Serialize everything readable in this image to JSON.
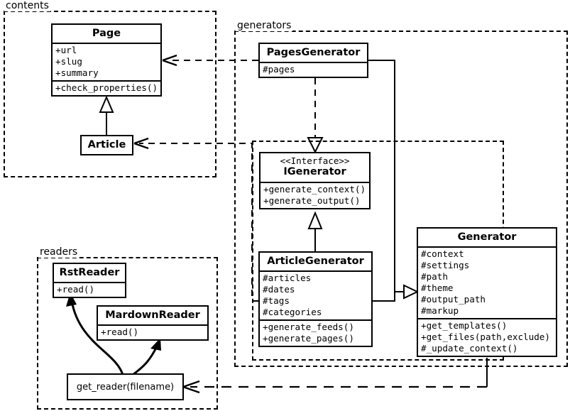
{
  "diagram": {
    "type": "uml-class-diagram",
    "packages": [
      {
        "id": "contents",
        "label": "contents"
      },
      {
        "id": "generators",
        "label": "generators"
      },
      {
        "id": "generators_inner",
        "label": ""
      },
      {
        "id": "readers",
        "label": "readers"
      }
    ],
    "classes": [
      {
        "id": "page",
        "name": "Page",
        "stereotype": "",
        "attributes": [
          "+url",
          "+slug",
          "+summary"
        ],
        "methods": [
          "+check_properties()"
        ]
      },
      {
        "id": "article",
        "name": "Article",
        "stereotype": "",
        "attributes": [],
        "methods": []
      },
      {
        "id": "pagesgenerator",
        "name": "PagesGenerator",
        "stereotype": "",
        "attributes": [
          "#pages"
        ],
        "methods": []
      },
      {
        "id": "igenerator",
        "name": "IGenerator",
        "stereotype": "<<Interface>>",
        "attributes": [],
        "methods": [
          "+generate_context()",
          "+generate_output()"
        ]
      },
      {
        "id": "articlegenerator",
        "name": "ArticleGenerator",
        "stereotype": "",
        "attributes": [
          "#articles",
          "#dates",
          "#tags",
          "#categories"
        ],
        "methods": [
          "+generate_feeds()",
          "+generate_pages()"
        ]
      },
      {
        "id": "generator",
        "name": "Generator",
        "stereotype": "",
        "attributes": [
          "#context",
          "#settings",
          "#path",
          "#theme",
          "#output_path",
          "#markup"
        ],
        "methods": [
          "+get_templates()",
          "+get_files(path,exclude)",
          "#_update_context()"
        ]
      },
      {
        "id": "rstreader",
        "name": "RstReader",
        "stereotype": "",
        "attributes": [
          "+read()"
        ],
        "methods": []
      },
      {
        "id": "mardownreader",
        "name": "MardownReader",
        "stereotype": "",
        "attributes": [
          "+read()"
        ],
        "methods": []
      }
    ],
    "function_boxes": [
      {
        "id": "get_reader",
        "label": "get_reader(filename)"
      }
    ],
    "relationships": [
      {
        "from": "pagesgenerator",
        "to": "page",
        "kind": "dependency",
        "style": "dashed",
        "arrow": "open"
      },
      {
        "from": "articlegenerator",
        "to": "article",
        "kind": "dependency",
        "style": "dashed",
        "arrow": "open"
      },
      {
        "from": "article",
        "to": "page",
        "kind": "generalization",
        "style": "solid",
        "arrow": "hollow-triangle"
      },
      {
        "from": "pagesgenerator",
        "to": "igenerator",
        "kind": "realization",
        "style": "dashed",
        "arrow": "hollow-triangle"
      },
      {
        "from": "articlegenerator",
        "to": "igenerator",
        "kind": "generalization",
        "style": "solid",
        "arrow": "hollow-triangle"
      },
      {
        "from": "pagesgenerator",
        "to": "generator",
        "kind": "generalization",
        "style": "solid",
        "arrow": "hollow-triangle"
      },
      {
        "from": "articlegenerator",
        "to": "generator",
        "kind": "generalization",
        "style": "solid",
        "arrow": "hollow-triangle"
      },
      {
        "from": "generator",
        "to": "get_reader",
        "kind": "dependency",
        "style": "dashed",
        "arrow": "open"
      },
      {
        "from": "get_reader",
        "to": "rstreader",
        "kind": "creates",
        "style": "curved-solid",
        "arrow": "filled"
      },
      {
        "from": "get_reader",
        "to": "mardownreader",
        "kind": "creates",
        "style": "curved-solid",
        "arrow": "filled"
      }
    ],
    "colors": {
      "stroke": "#000000",
      "fill": "#ffffff"
    }
  }
}
